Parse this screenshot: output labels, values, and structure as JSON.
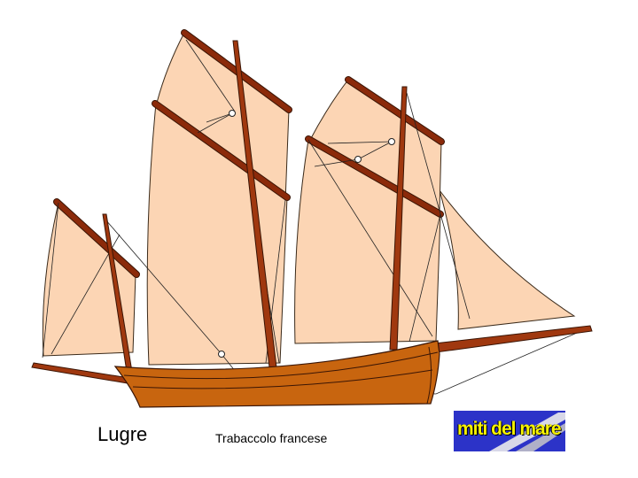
{
  "title": "Lugre",
  "subtitle": "Trabaccolo francese",
  "logo": {
    "text": "miti del mare",
    "background": "#2c33c8",
    "text_color": "#f7f200"
  },
  "colors": {
    "sail": "#fcd5b4",
    "hull": "#c8650f",
    "mast": "#a0380f"
  }
}
